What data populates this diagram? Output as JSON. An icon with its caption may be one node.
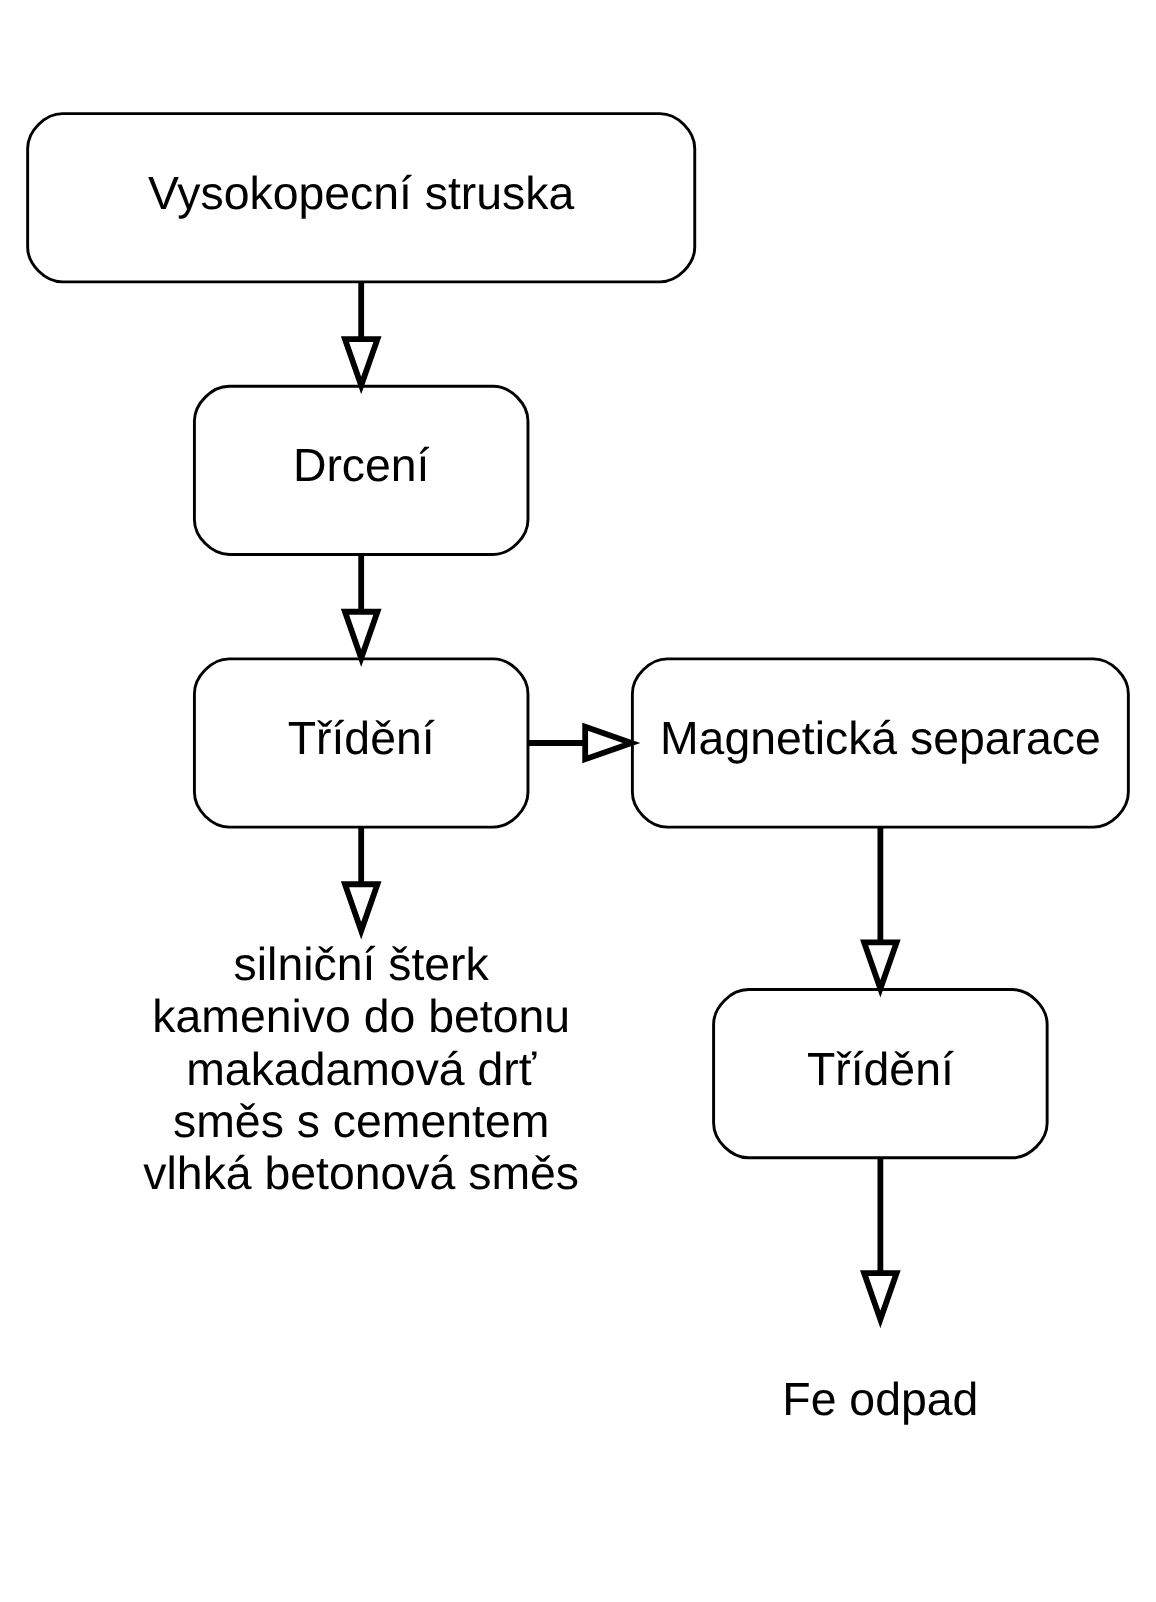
{
  "diagram": {
    "nodes": [
      {
        "text": [
          "Vysokopecní struska"
        ]
      },
      {
        "text": [
          "Drcení"
        ]
      },
      {
        "text": [
          "Třídění"
        ]
      },
      {
        "text": [
          "Magnetická separace"
        ]
      },
      {
        "text": [
          "Třídění"
        ]
      },
      {
        "text": [
          "silniční šterk",
          "kamenivo do betonu",
          "makadamová drť",
          "směs s cementem",
          "vlhká betonová směs"
        ]
      },
      {
        "text": [
          "Fe odpad"
        ]
      }
    ],
    "edges": [
      {
        "from": 0,
        "to": 1,
        "arrow": "to"
      },
      {
        "from": 1,
        "to": 2,
        "arrow": "to"
      },
      {
        "from": 2,
        "to": 3,
        "arrow": "to"
      },
      {
        "from": 2,
        "to": 5,
        "arrow": "to"
      },
      {
        "from": 3,
        "to": 4,
        "arrow": "to"
      },
      {
        "from": 4,
        "to": 6,
        "arrow": "to"
      }
    ]
  }
}
